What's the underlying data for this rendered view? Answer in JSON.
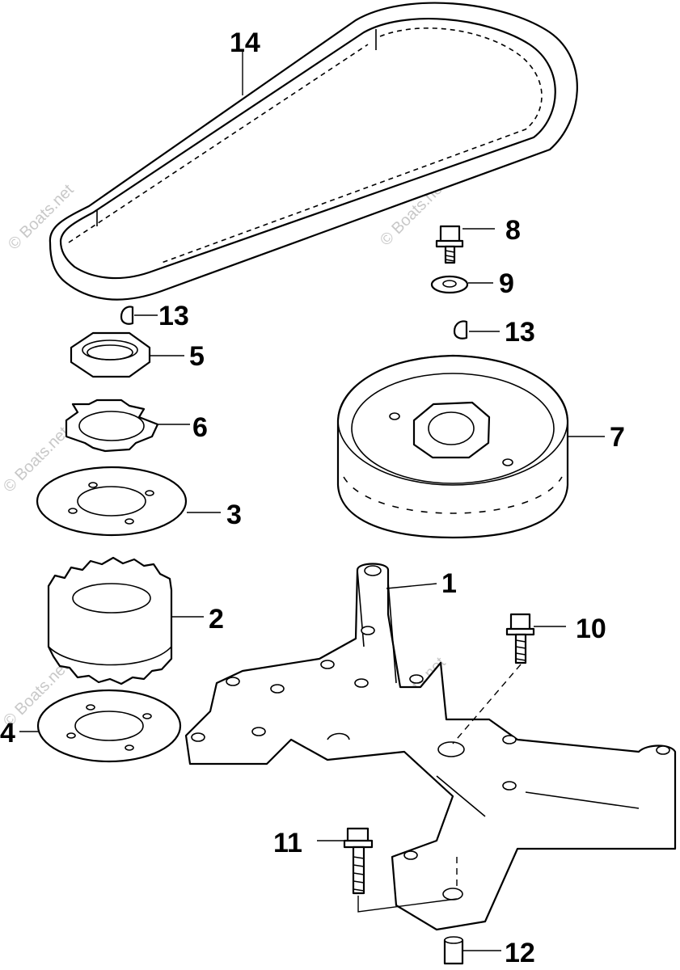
{
  "watermark": "© Boats.net",
  "callouts": {
    "c1": "1",
    "c2": "2",
    "c3": "3",
    "c4": "4",
    "c5": "5",
    "c6": "6",
    "c7": "7",
    "c8": "8",
    "c9": "9",
    "c10": "10",
    "c11": "11",
    "c12": "12",
    "c13a": "13",
    "c13b": "13",
    "c14": "14"
  }
}
